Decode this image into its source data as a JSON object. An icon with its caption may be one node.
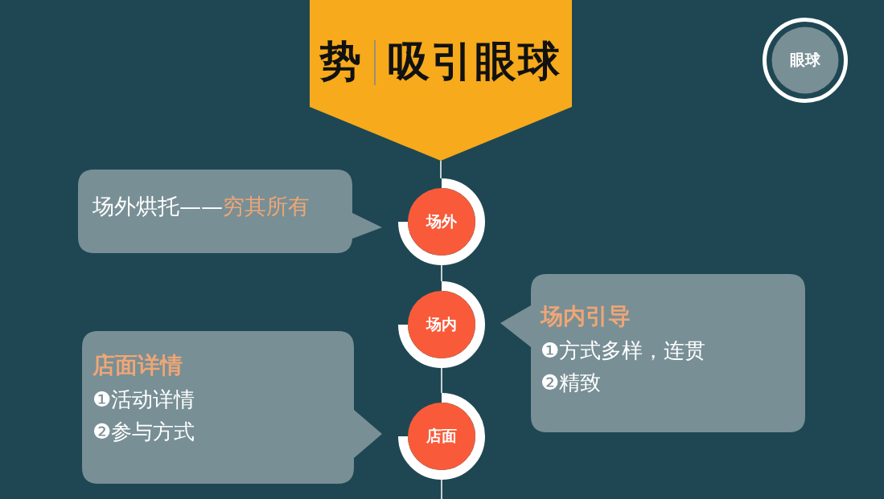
{
  "diagram": {
    "nodes": [
      {
        "text": [
          "势",
          "吸引眼球"
        ]
      },
      {
        "text": [
          "眼球"
        ]
      },
      {
        "text": [
          "场外烘托——",
          "穷其所有"
        ]
      },
      {
        "text": [
          "场外"
        ]
      },
      {
        "text": [
          "场内"
        ]
      },
      {
        "text": [
          "场内引导",
          "❶方式多样，连贯",
          "❷精致"
        ]
      },
      {
        "text": [
          "店面详情",
          "❶活动详情",
          "❷参与方式"
        ]
      },
      {
        "text": [
          "店面"
        ]
      }
    ],
    "edges": [
      {
        "from": 0,
        "to": 3,
        "arrow": "none"
      },
      {
        "from": 3,
        "to": 4,
        "arrow": "none"
      },
      {
        "from": 4,
        "to": 7,
        "arrow": "none"
      },
      {
        "from": 7,
        "to": null,
        "arrow": "none"
      }
    ]
  }
}
